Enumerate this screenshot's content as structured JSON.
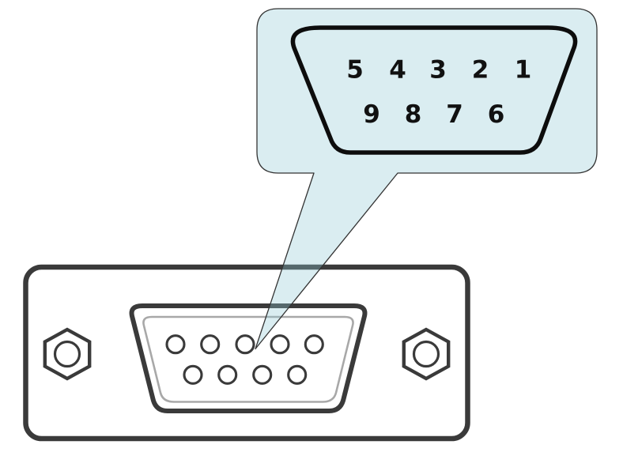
{
  "callout": {
    "pin_labels_top": [
      "5",
      "4",
      "3",
      "2",
      "1"
    ],
    "pin_labels_bottom": [
      "9",
      "8",
      "7",
      "6"
    ]
  },
  "connector": {
    "pin_holes_top_row": 5,
    "pin_holes_bottom_row": 4,
    "pin_holes_total": 9,
    "screw_posts": 2
  },
  "colors": {
    "background": "#ffffff",
    "bubble_fill_rgba": "rgba(143,201,214,0.33)",
    "bubble_fill_effective": "#d9edf2",
    "bubble_outline": "#333333",
    "callout_dsub_outline": "#0d0d0d",
    "faceplate_stroke": "#3a3a3a",
    "inner_rim_gray": "#a8a8a8",
    "label_color": "#111111"
  }
}
